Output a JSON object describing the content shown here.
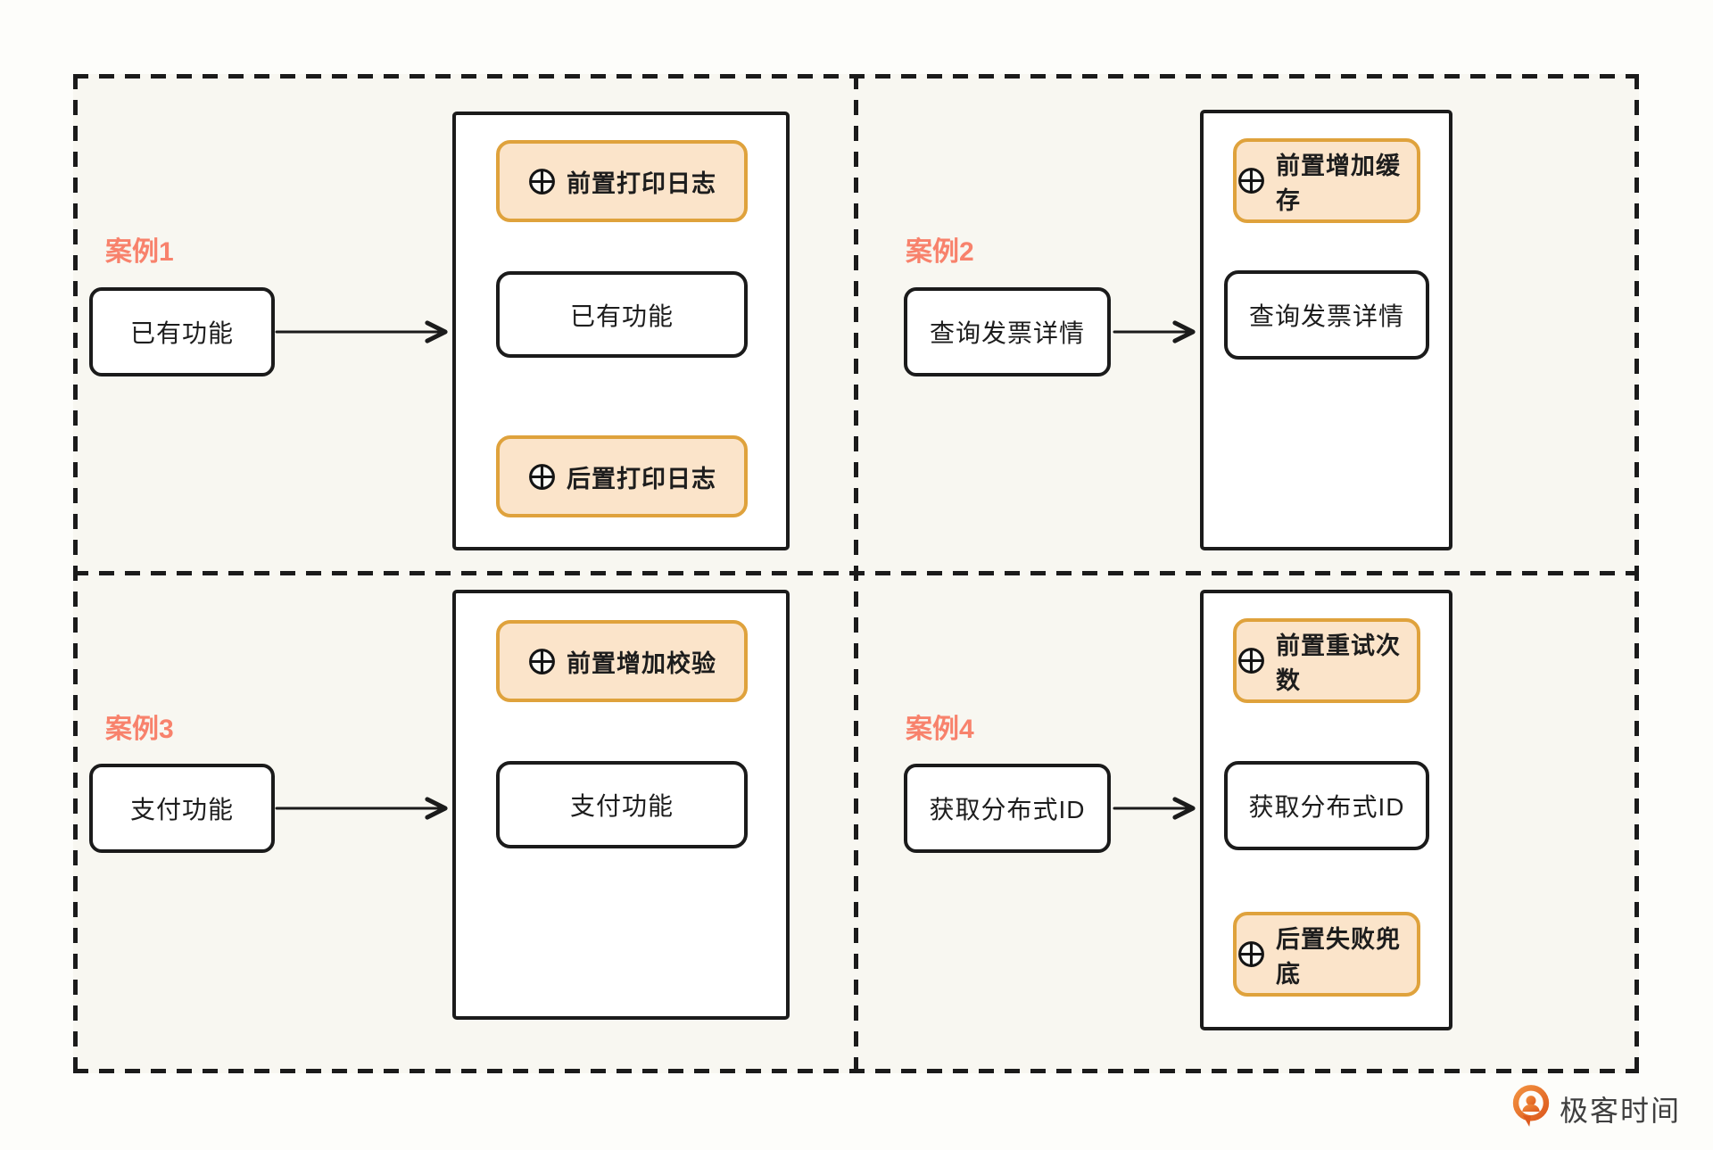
{
  "colors": {
    "canvas-bg": "#fdfdfa",
    "panel-bg": "#f8f7f1",
    "ink": "#1b1b1b",
    "node-bg": "#ffffff",
    "aop-bg": "#fbe4ca",
    "aop-border": "#dfa23c",
    "case-label": "#f8826c",
    "brand-orange": "#e4661f",
    "brand-text": "#3f3f3f"
  },
  "cases": [
    {
      "label": "案例1",
      "source_node": "已有功能",
      "flow": [
        {
          "kind": "aop-pre",
          "icon": "pointcut-icon",
          "text": "前置打印日志"
        },
        {
          "kind": "base",
          "text": "已有功能"
        },
        {
          "kind": "aop-post",
          "icon": "pointcut-icon",
          "text": "后置打印日志"
        }
      ]
    },
    {
      "label": "案例2",
      "source_node": "查询发票详情",
      "flow": [
        {
          "kind": "aop-pre",
          "icon": "pointcut-icon",
          "text": "前置增加缓存"
        },
        {
          "kind": "base",
          "text": "查询发票详情"
        }
      ]
    },
    {
      "label": "案例3",
      "source_node": "支付功能",
      "flow": [
        {
          "kind": "aop-pre",
          "icon": "pointcut-icon",
          "text": "前置增加校验"
        },
        {
          "kind": "base",
          "text": "支付功能"
        }
      ]
    },
    {
      "label": "案例4",
      "source_node": "获取分布式ID",
      "flow": [
        {
          "kind": "aop-pre",
          "icon": "pointcut-icon",
          "text": "前置重试次数"
        },
        {
          "kind": "base",
          "text": "获取分布式ID"
        },
        {
          "kind": "aop-post",
          "icon": "pointcut-icon",
          "text": "后置失败兜底"
        }
      ]
    }
  ],
  "footer": {
    "brand": "极客时间"
  }
}
